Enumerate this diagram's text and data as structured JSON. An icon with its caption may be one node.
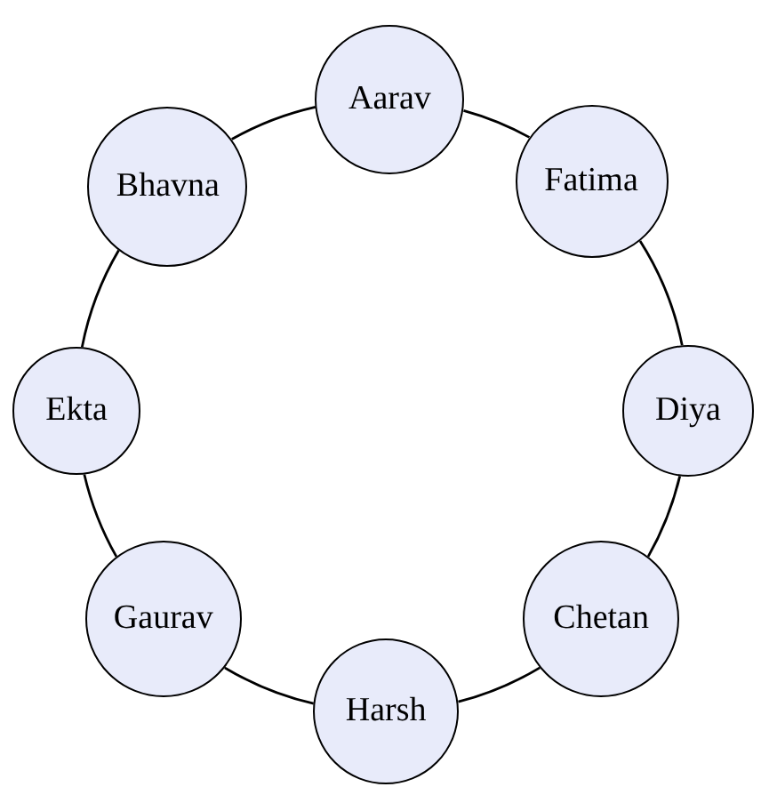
{
  "diagram": {
    "nodes": [
      {
        "text": [
          "Aarav"
        ]
      },
      {
        "text": [
          "Fatima"
        ]
      },
      {
        "text": [
          "Diya"
        ]
      },
      {
        "text": [
          "Chetan"
        ]
      },
      {
        "text": [
          "Harsh"
        ]
      },
      {
        "text": [
          "Gaurav"
        ]
      },
      {
        "text": [
          "Ekta"
        ]
      },
      {
        "text": [
          "Bhavna"
        ]
      }
    ],
    "edges": [
      {
        "from": 0,
        "to": 1,
        "arrow": "none"
      },
      {
        "from": 1,
        "to": 2,
        "arrow": "none"
      },
      {
        "from": 2,
        "to": 3,
        "arrow": "none"
      },
      {
        "from": 3,
        "to": 4,
        "arrow": "none"
      },
      {
        "from": 4,
        "to": 5,
        "arrow": "none"
      },
      {
        "from": 5,
        "to": 6,
        "arrow": "none"
      },
      {
        "from": 6,
        "to": 7,
        "arrow": "none"
      },
      {
        "from": 7,
        "to": 0,
        "arrow": "none"
      }
    ]
  }
}
